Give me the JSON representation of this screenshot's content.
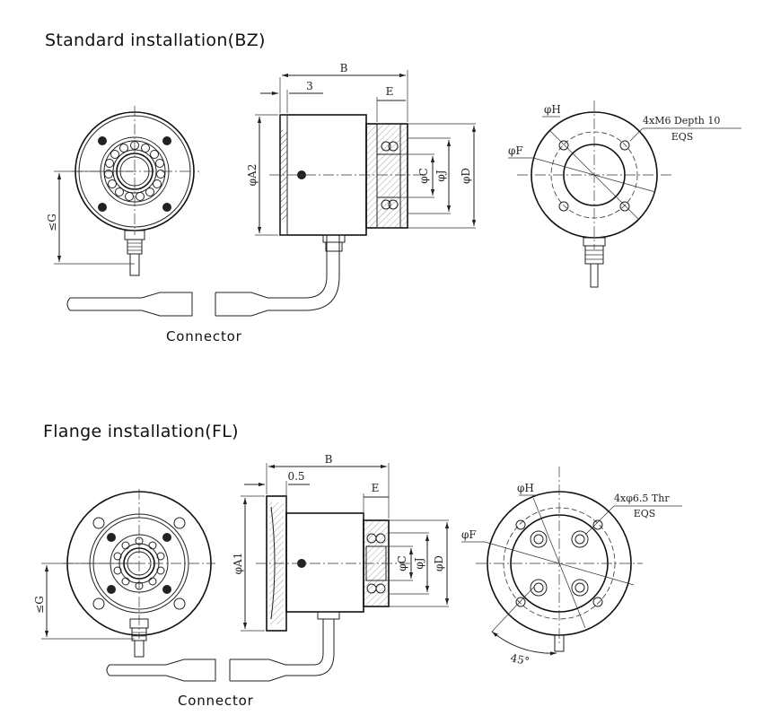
{
  "sections": {
    "standard": {
      "title": "Standard installation(BZ)",
      "connector_label": "Connector",
      "dims": {
        "b": "B",
        "three": "3",
        "e": "E",
        "a2": "φA2",
        "c": "φC",
        "j": "φJ",
        "d": "φD",
        "g": "≤G",
        "h": "φH",
        "f": "φF",
        "thread_1": "4xM6 Depth 10",
        "thread_2": "EQS"
      }
    },
    "flange": {
      "title": "Flange installation(FL)",
      "connector_label": "Connector",
      "dims": {
        "b": "B",
        "half": "0.5",
        "e": "E",
        "a1": "φA1",
        "c": "φC",
        "j": "φJ",
        "d": "φD",
        "g": "≤G",
        "h": "φH",
        "f": "φF",
        "thread_1": "4xφ6.5 Thr",
        "thread_2": "EQS",
        "angle": "45°"
      }
    }
  }
}
